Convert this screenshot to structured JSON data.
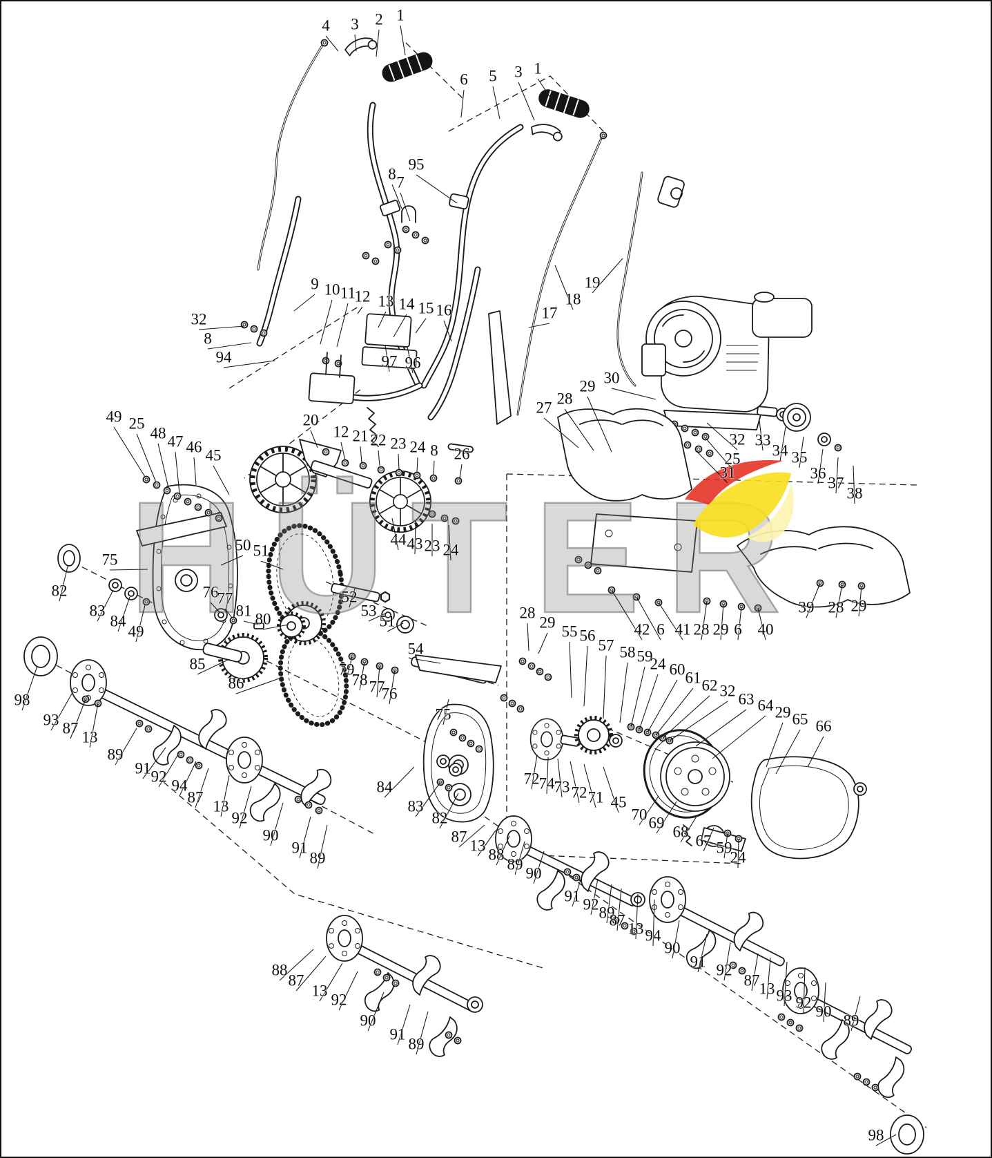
{
  "watermark": {
    "text": "HÜTER",
    "colors": {
      "letters": "#808080",
      "logo_red": "#e63327",
      "logo_yellow": "#f9df1e",
      "logo_light": "#fdf3b0"
    }
  },
  "callouts": [
    [
      "4",
      470,
      37,
      488,
      72
    ],
    [
      "3",
      512,
      35,
      514,
      72
    ],
    [
      "2",
      547,
      28,
      543,
      80
    ],
    [
      "1",
      578,
      22,
      585,
      78
    ],
    [
      "6",
      670,
      115,
      666,
      168
    ],
    [
      "5",
      712,
      110,
      722,
      170
    ],
    [
      "3",
      749,
      104,
      772,
      172
    ],
    [
      "1",
      777,
      99,
      800,
      146
    ],
    [
      "95",
      601,
      238,
      660,
      292
    ],
    [
      "8",
      566,
      252,
      580,
      300
    ],
    [
      "7",
      578,
      264,
      592,
      318
    ],
    [
      "9",
      454,
      411,
      424,
      448
    ],
    [
      "10",
      479,
      419,
      462,
      496
    ],
    [
      "11",
      502,
      424,
      486,
      500
    ],
    [
      "12",
      523,
      429,
      516,
      452
    ],
    [
      "13",
      557,
      436,
      546,
      472
    ],
    [
      "14",
      587,
      440,
      568,
      486
    ],
    [
      "15",
      615,
      446,
      600,
      480
    ],
    [
      "16",
      641,
      449,
      652,
      492
    ],
    [
      "18",
      828,
      433,
      802,
      382
    ],
    [
      "19",
      856,
      409,
      900,
      372
    ],
    [
      "17",
      794,
      453,
      764,
      472
    ],
    [
      "32",
      286,
      462,
      352,
      470
    ],
    [
      "8",
      299,
      490,
      362,
      494
    ],
    [
      "94",
      322,
      517,
      396,
      520
    ],
    [
      "97",
      562,
      523,
      556,
      498
    ],
    [
      "96",
      596,
      525,
      588,
      500
    ],
    [
      "30",
      884,
      547,
      948,
      576
    ],
    [
      "27",
      786,
      590,
      836,
      646
    ],
    [
      "28",
      816,
      577,
      858,
      650
    ],
    [
      "29",
      849,
      559,
      884,
      652
    ],
    [
      "20",
      448,
      608,
      458,
      646
    ],
    [
      "12",
      492,
      625,
      498,
      664
    ],
    [
      "21",
      520,
      631,
      522,
      668
    ],
    [
      "22",
      546,
      637,
      548,
      672
    ],
    [
      "23",
      575,
      642,
      576,
      678
    ],
    [
      "24",
      603,
      647,
      602,
      682
    ],
    [
      "8",
      627,
      652,
      626,
      686
    ],
    [
      "26",
      667,
      657,
      664,
      690
    ],
    [
      "32",
      1066,
      636,
      1022,
      610
    ],
    [
      "33",
      1103,
      637,
      1098,
      606
    ],
    [
      "25",
      1059,
      664,
      1020,
      632
    ],
    [
      "34",
      1128,
      652,
      1136,
      616
    ],
    [
      "35",
      1156,
      662,
      1162,
      630
    ],
    [
      "31",
      1052,
      684,
      1008,
      652
    ],
    [
      "36",
      1183,
      685,
      1190,
      648
    ],
    [
      "37",
      1209,
      699,
      1212,
      660
    ],
    [
      "38",
      1236,
      714,
      1234,
      672
    ],
    [
      "49",
      163,
      603,
      208,
      688
    ],
    [
      "25",
      196,
      613,
      224,
      696
    ],
    [
      "48",
      227,
      627,
      242,
      704
    ],
    [
      "47",
      252,
      639,
      258,
      712
    ],
    [
      "46",
      279,
      647,
      282,
      700
    ],
    [
      "45",
      307,
      659,
      330,
      714
    ],
    [
      "44",
      575,
      781,
      566,
      748
    ],
    [
      "43",
      599,
      787,
      600,
      752
    ],
    [
      "23",
      624,
      790,
      624,
      756
    ],
    [
      "24",
      651,
      796,
      648,
      758
    ],
    [
      "50",
      350,
      789,
      318,
      816
    ],
    [
      "51",
      376,
      797,
      408,
      822
    ],
    [
      "75",
      157,
      810,
      212,
      822
    ],
    [
      "82",
      84,
      855,
      96,
      818
    ],
    [
      "83",
      139,
      884,
      162,
      852
    ],
    [
      "84",
      169,
      899,
      186,
      862
    ],
    [
      "49",
      195,
      914,
      208,
      874
    ],
    [
      "76",
      303,
      857,
      316,
      884
    ],
    [
      "77",
      324,
      866,
      334,
      892
    ],
    [
      "81",
      351,
      884,
      372,
      902
    ],
    [
      "80",
      379,
      896,
      416,
      902
    ],
    [
      "52",
      504,
      864,
      512,
      850
    ],
    [
      "53",
      532,
      884,
      556,
      886
    ],
    [
      "51",
      559,
      899,
      582,
      900
    ],
    [
      "39",
      1166,
      879,
      1186,
      842
    ],
    [
      "28",
      1209,
      879,
      1218,
      844
    ],
    [
      "29",
      1242,
      877,
      1246,
      846
    ],
    [
      "42",
      928,
      911,
      884,
      852
    ],
    [
      "6",
      955,
      911,
      920,
      862
    ],
    [
      "41",
      987,
      911,
      952,
      870
    ],
    [
      "28",
      1014,
      911,
      1022,
      868
    ],
    [
      "29",
      1042,
      911,
      1046,
      872
    ],
    [
      "6",
      1067,
      911,
      1072,
      876
    ],
    [
      "40",
      1107,
      911,
      1096,
      878
    ],
    [
      "54",
      600,
      939,
      636,
      958
    ],
    [
      "28",
      762,
      887,
      764,
      940
    ],
    [
      "29",
      791,
      901,
      778,
      944
    ],
    [
      "55",
      823,
      914,
      826,
      1008
    ],
    [
      "56",
      849,
      920,
      844,
      1020
    ],
    [
      "57",
      876,
      934,
      872,
      1038
    ],
    [
      "58",
      907,
      944,
      896,
      1044
    ],
    [
      "59",
      932,
      950,
      912,
      1050
    ],
    [
      "24",
      951,
      961,
      924,
      1054
    ],
    [
      "60",
      979,
      969,
      936,
      1058
    ],
    [
      "61",
      1002,
      981,
      948,
      1062
    ],
    [
      "62",
      1026,
      992,
      958,
      1066
    ],
    [
      "32",
      1052,
      1000,
      968,
      1070
    ],
    [
      "63",
      1079,
      1012,
      1006,
      1078
    ],
    [
      "64",
      1107,
      1021,
      1030,
      1096
    ],
    [
      "29",
      1132,
      1031,
      1108,
      1108
    ],
    [
      "65",
      1157,
      1041,
      1122,
      1118
    ],
    [
      "66",
      1191,
      1051,
      1168,
      1108
    ],
    [
      "98",
      30,
      1013,
      52,
      962
    ],
    [
      "93",
      72,
      1042,
      102,
      1002
    ],
    [
      "87",
      100,
      1054,
      122,
      1010
    ],
    [
      "13",
      128,
      1067,
      140,
      1016
    ],
    [
      "89",
      165,
      1092,
      196,
      1052
    ],
    [
      "85",
      284,
      961,
      330,
      952
    ],
    [
      "86",
      340,
      989,
      408,
      978
    ],
    [
      "79",
      500,
      969,
      508,
      948
    ],
    [
      "78",
      519,
      984,
      526,
      956
    ],
    [
      "77",
      544,
      994,
      548,
      962
    ],
    [
      "76",
      562,
      1004,
      570,
      968
    ],
    [
      "75",
      640,
      1034,
      648,
      1010
    ],
    [
      "91",
      205,
      1112,
      238,
      1080
    ],
    [
      "92",
      228,
      1124,
      256,
      1090
    ],
    [
      "94",
      258,
      1137,
      282,
      1100
    ],
    [
      "87",
      281,
      1154,
      300,
      1110
    ],
    [
      "13",
      318,
      1167,
      330,
      1120
    ],
    [
      "92",
      345,
      1184,
      362,
      1136
    ],
    [
      "90",
      390,
      1209,
      408,
      1160
    ],
    [
      "91",
      432,
      1227,
      448,
      1180
    ],
    [
      "89",
      458,
      1242,
      472,
      1192
    ],
    [
      "84",
      555,
      1139,
      598,
      1108
    ],
    [
      "83",
      600,
      1167,
      636,
      1130
    ],
    [
      "82",
      635,
      1184,
      662,
      1146
    ],
    [
      "72",
      768,
      1127,
      776,
      1090
    ],
    [
      "74",
      790,
      1134,
      792,
      1094
    ],
    [
      "73",
      812,
      1139,
      806,
      1096
    ],
    [
      "72",
      837,
      1147,
      824,
      1100
    ],
    [
      "71",
      861,
      1154,
      844,
      1104
    ],
    [
      "45",
      894,
      1161,
      872,
      1108
    ],
    [
      "70",
      924,
      1179,
      952,
      1150
    ],
    [
      "69",
      949,
      1191,
      978,
      1158
    ],
    [
      "68",
      984,
      1204,
      1008,
      1178
    ],
    [
      "67",
      1017,
      1217,
      1032,
      1196
    ],
    [
      "59",
      1047,
      1227,
      1052,
      1204
    ],
    [
      "24",
      1067,
      1241,
      1068,
      1212
    ],
    [
      "87",
      663,
      1211,
      700,
      1192
    ],
    [
      "13",
      690,
      1224,
      716,
      1200
    ],
    [
      "88",
      717,
      1237,
      736,
      1208
    ],
    [
      "89",
      744,
      1251,
      758,
      1216
    ],
    [
      "90",
      771,
      1264,
      786,
      1230
    ],
    [
      "91",
      827,
      1297,
      842,
      1262
    ],
    [
      "92",
      854,
      1309,
      864,
      1270
    ],
    [
      "89",
      877,
      1321,
      884,
      1278
    ],
    [
      "87",
      892,
      1332,
      898,
      1284
    ],
    [
      "13",
      919,
      1344,
      922,
      1292
    ],
    [
      "94",
      944,
      1354,
      946,
      1300
    ],
    [
      "90",
      972,
      1372,
      982,
      1330
    ],
    [
      "91",
      1009,
      1392,
      1022,
      1350
    ],
    [
      "92",
      1047,
      1404,
      1056,
      1362
    ],
    [
      "87",
      1087,
      1419,
      1096,
      1378
    ],
    [
      "13",
      1109,
      1431,
      1114,
      1384
    ],
    [
      "93",
      1134,
      1441,
      1138,
      1390
    ],
    [
      "92",
      1162,
      1451,
      1164,
      1398
    ],
    [
      "90",
      1191,
      1464,
      1194,
      1420
    ],
    [
      "89",
      1231,
      1477,
      1244,
      1440
    ],
    [
      "88",
      403,
      1404,
      452,
      1372
    ],
    [
      "87",
      427,
      1419,
      470,
      1382
    ],
    [
      "13",
      461,
      1434,
      494,
      1392
    ],
    [
      "92",
      489,
      1447,
      516,
      1404
    ],
    [
      "90",
      531,
      1477,
      554,
      1434
    ],
    [
      "91",
      574,
      1497,
      592,
      1452
    ],
    [
      "89",
      601,
      1511,
      618,
      1462
    ],
    [
      "98",
      1267,
      1643,
      1296,
      1640
    ]
  ]
}
